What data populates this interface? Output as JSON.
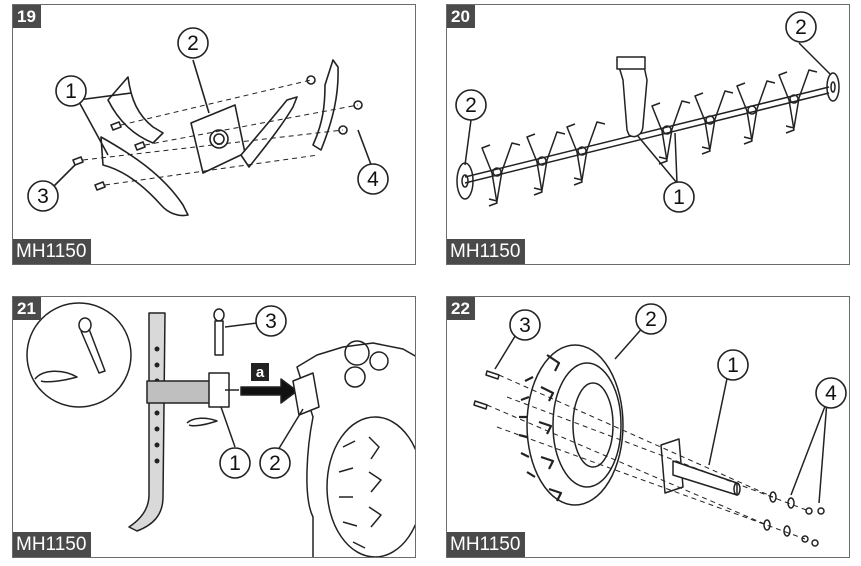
{
  "panels": [
    {
      "number": "19",
      "model": "MH1150",
      "callouts": [
        "1",
        "2",
        "3",
        "4"
      ]
    },
    {
      "number": "20",
      "model": "MH1150",
      "callouts": [
        "2",
        "2",
        "1"
      ]
    },
    {
      "number": "21",
      "model": "MH1150",
      "callouts": [
        "3",
        "1",
        "2"
      ],
      "arrow_label": "a"
    },
    {
      "number": "22",
      "model": "MH1150",
      "callouts": [
        "3",
        "2",
        "1",
        "4"
      ]
    }
  ]
}
